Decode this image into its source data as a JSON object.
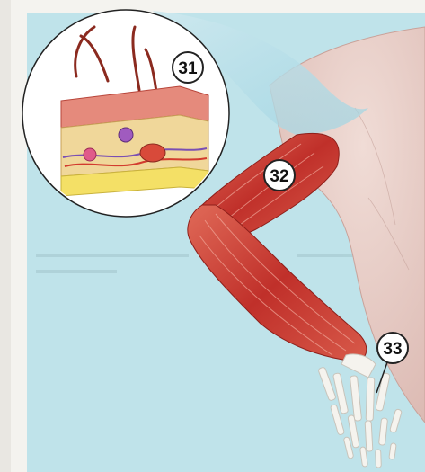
{
  "callouts": {
    "skin": "31",
    "muscle": "32",
    "bone": "33"
  },
  "colors": {
    "background_panel": "#bfe3ea",
    "page": "#f4f3ef",
    "skin_torso": "#e8cfc9",
    "muscle": "#c83a32",
    "bone": "#f5f3ee",
    "callout_border": "#222222"
  }
}
